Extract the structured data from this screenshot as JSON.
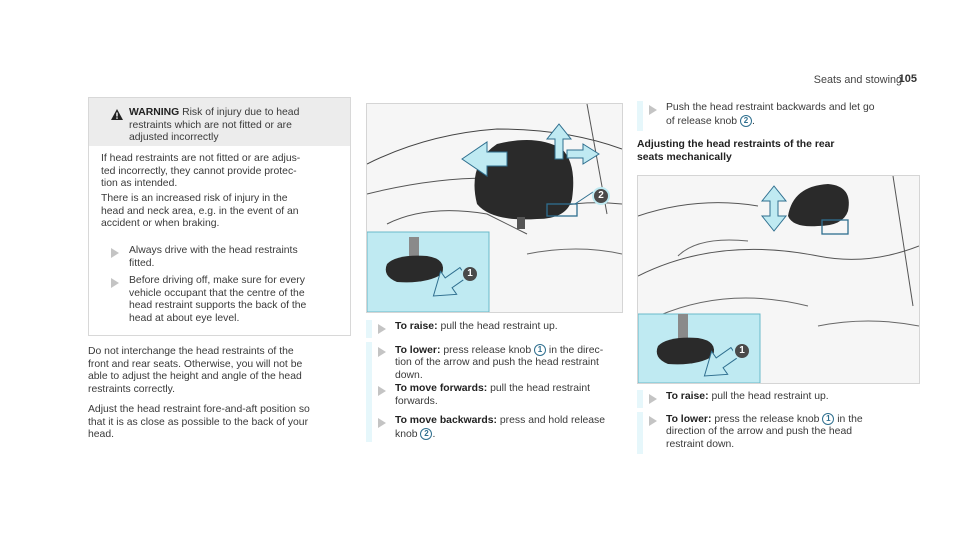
{
  "header": {
    "title": "Seats and stowing",
    "page": "105"
  },
  "warning": {
    "title": "WARNING",
    "lead": "Risk of injury due to head",
    "lead2": "restraints which are not fitted or are",
    "lead3": "adjusted incorrectly",
    "p1": [
      "If head restraints are not fitted or are adjus-",
      "ted incorrectly, they cannot provide protec-",
      "tion as intended."
    ],
    "p2": [
      "There is an increased risk of injury in the",
      "head and neck area, e.g. in the event of an",
      "accident or when braking."
    ],
    "bullet1": [
      "Always drive with the head restraints",
      "fitted."
    ],
    "bullet2": [
      "Before driving off, make sure for every",
      "vehicle occupant that the centre of the",
      "head restraint supports the back of the",
      "head at about eye level."
    ]
  },
  "left_text": {
    "p1": [
      "Do not interchange the head restraints of the",
      "front and rear seats. Otherwise, you will not be",
      "able to adjust the height and angle of the head",
      "restraints correctly."
    ],
    "p2": [
      "Adjust the head restraint fore-and-aft position so",
      "that it is as close as possible to the back of your",
      "head."
    ]
  },
  "middle": {
    "raise_label": "To raise:",
    "raise_text": "pull the head restraint up.",
    "lower_label": "To lower:",
    "lower_text1": "press release knob",
    "lower_knob": "1",
    "lower_text1b": "in the direc-",
    "lower_text2": "tion of the arrow and push the head restraint",
    "lower_text3": "down.",
    "fwd_label": "To move forwards:",
    "fwd_text1": "pull the head restraint",
    "fwd_text2": "forwards.",
    "back_label": "To move backwards:",
    "back_text1": "press and hold release",
    "back_text2": "knob",
    "back_knob": "2",
    "fig_knob1": "1",
    "fig_knob2": "2"
  },
  "right": {
    "push_text1": "Push the head restraint backwards and let go",
    "push_text2": "of release knob",
    "push_knob": "2",
    "heading1": "Adjusting the head restraints of the rear",
    "heading2": "seats mechanically",
    "raise_label": "To raise:",
    "raise_text": "pull the head restraint up.",
    "lower_label": "To lower:",
    "lower_text1": "press the release knob",
    "lower_knob": "1",
    "lower_text1b": "in the",
    "lower_text2": "direction of the arrow and push the head",
    "lower_text3": "restraint down.",
    "fig_knob1": "1"
  },
  "colors": {
    "accent": "#a9e1ec",
    "arrow": "#bfeaf2",
    "stripe": "#e6f7fb"
  }
}
